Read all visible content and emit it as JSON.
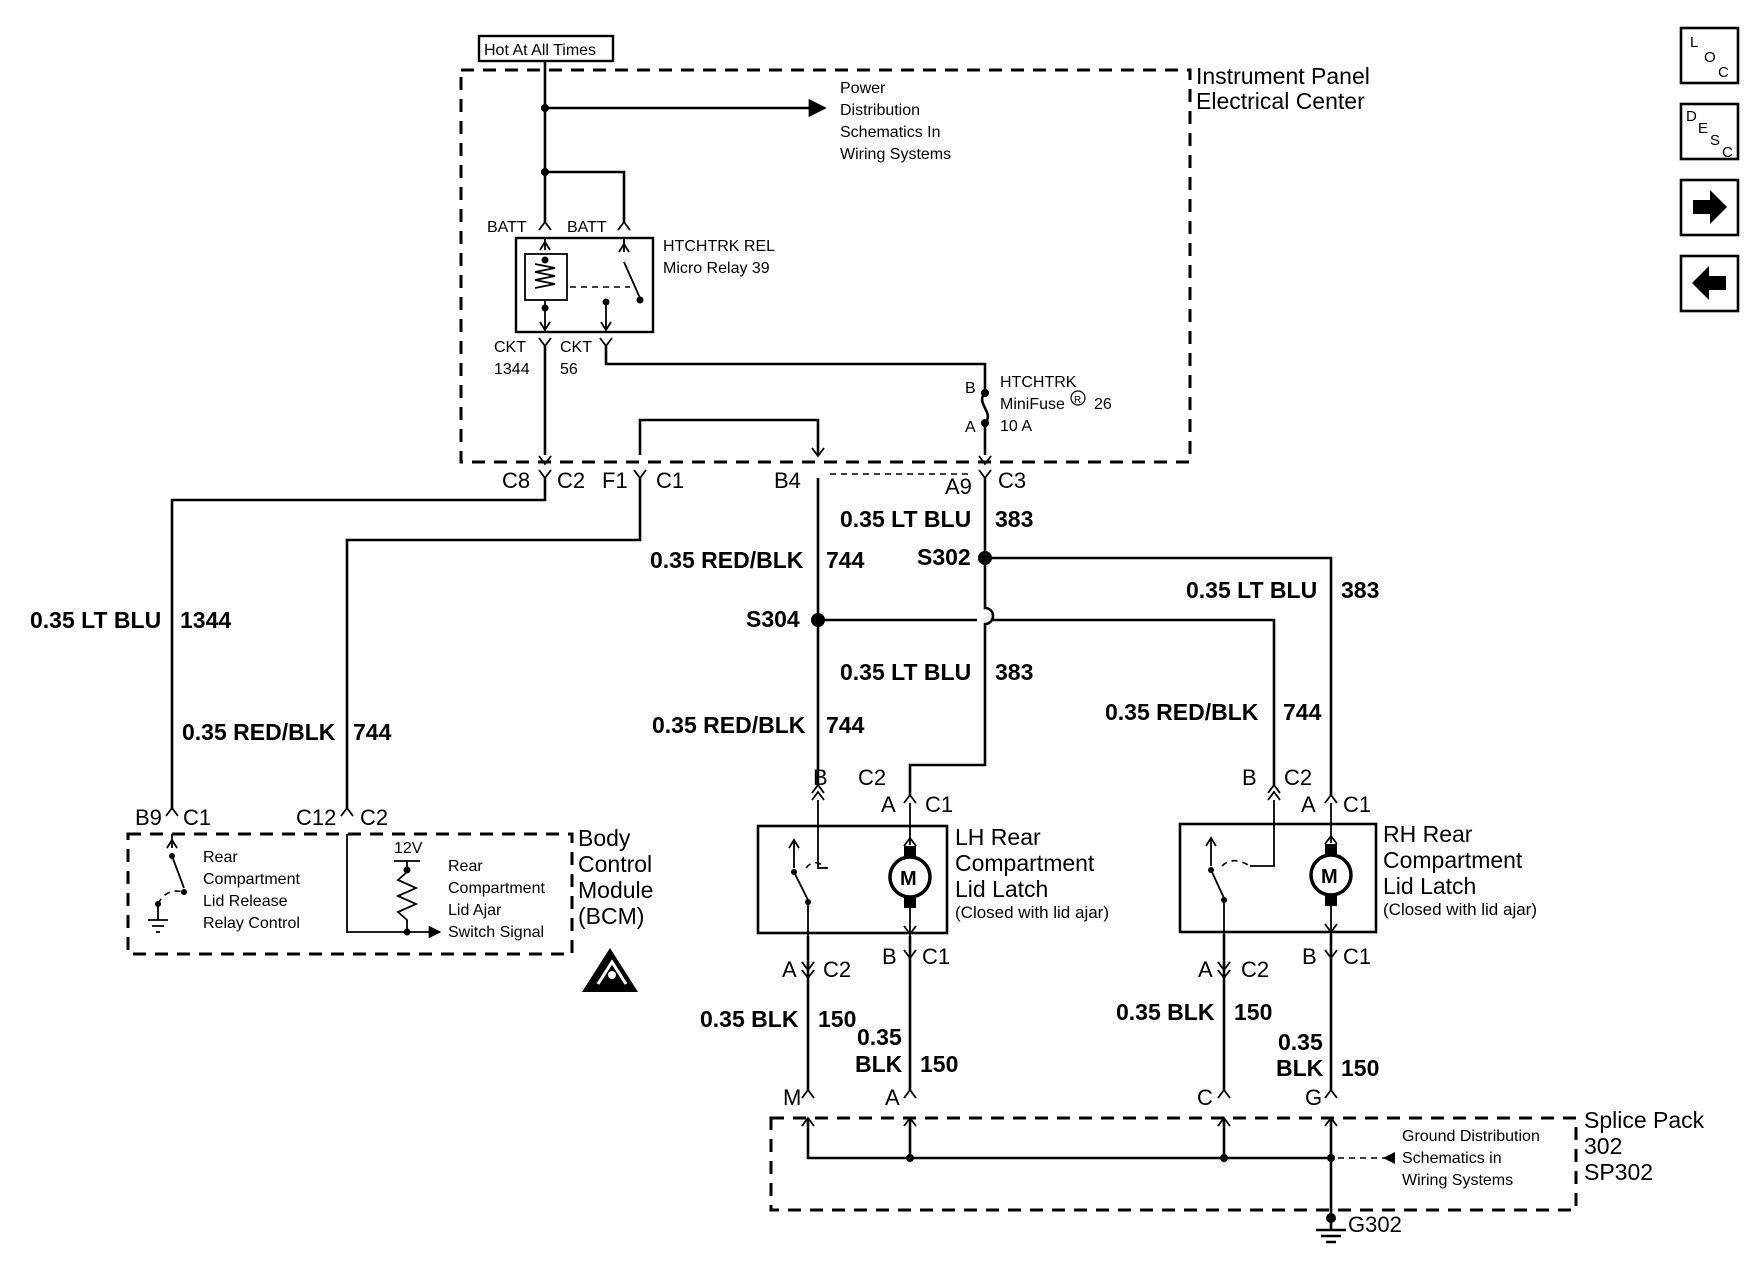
{
  "header": {
    "hot": "Hot At All Times"
  },
  "ipec": {
    "title1": "Instrument Panel",
    "title2": "Electrical Center",
    "power1": "Power",
    "power2": "Distribution",
    "power3": "Schematics In",
    "power4": "Wiring Systems",
    "batt1": "BATT",
    "batt2": "BATT",
    "relay1": "HTCHTRK REL",
    "relay2": "Micro Relay 39",
    "ckt1a": "CKT",
    "ckt1b": "1344",
    "ckt2a": "CKT",
    "ckt2b": "56",
    "fuse1": "HTCHTRK",
    "fuse2": "MiniFuse",
    "fuse2reg": "R",
    "fuse2num": "26",
    "fuse3": "10 A",
    "fuseB": "B",
    "fuseA": "A"
  },
  "connectors": {
    "c8": "C8",
    "c2": "C2",
    "f1": "F1",
    "c1": "C1",
    "b4": "B4",
    "a9": "A9",
    "c3": "C3"
  },
  "wires": {
    "w1": "0.35 LT BLU",
    "w1n": "383",
    "w2": "0.35 RED/BLK",
    "w2n": "744",
    "s302": "S302",
    "w3": "0.35 LT BLU",
    "w3n": "383",
    "s304": "S304",
    "w4": "0.35 LT BLU",
    "w4n": "1344",
    "w5": "0.35 LT BLU",
    "w5n": "383",
    "w6": "0.35 RED/BLK",
    "w6n": "744",
    "w7": "0.35 RED/BLK",
    "w7n": "744",
    "w8": "0.35 RED/BLK",
    "w8n": "744"
  },
  "bcm": {
    "b9": "B9",
    "c1": "C1",
    "c12": "C12",
    "c2": "C2",
    "sw1": "Rear",
    "sw2": "Compartment",
    "sw3": "Lid Release",
    "sw4": "Relay Control",
    "v": "12V",
    "aj1": "Rear",
    "aj2": "Compartment",
    "aj3": "Lid Ajar",
    "aj4": "Switch Signal",
    "t1": "Body",
    "t2": "Control",
    "t3": "Module",
    "t4": "(BCM)"
  },
  "lh": {
    "b": "B",
    "c2": "C2",
    "a": "A",
    "c1": "C1",
    "t1": "LH Rear",
    "t2": "Compartment",
    "t3": "Lid Latch",
    "t4": "(Closed with lid ajar)",
    "m": "M",
    "ba": "A",
    "bc2": "C2",
    "bb": "B",
    "bc1": "C1",
    "g1": "0.35 BLK",
    "g1n": "150",
    "g2a": "0.35",
    "g2b": "BLK",
    "g2n": "150",
    "pm": "M",
    "pa": "A"
  },
  "rh": {
    "b": "B",
    "c2": "C2",
    "a": "A",
    "c1": "C1",
    "t1": "RH Rear",
    "t2": "Compartment",
    "t3": "Lid Latch",
    "t4": "(Closed with lid ajar)",
    "m": "M",
    "ba": "A",
    "bc2": "C2",
    "bb": "B",
    "bc1": "C1",
    "g1": "0.35 BLK",
    "g1n": "150",
    "g2a": "0.35",
    "g2b": "BLK",
    "g2n": "150",
    "pc": "C",
    "pg": "G"
  },
  "splice": {
    "g1": "Ground Distribution",
    "g2": "Schematics in",
    "g3": "Wiring Systems",
    "t1": "Splice Pack",
    "t2": "302",
    "t3": "SP302",
    "ground": "G302"
  },
  "nav": {
    "loc_icon": "location-icon",
    "desc_icon": "description-icon",
    "next_icon": "arrow-right-icon",
    "prev_icon": "arrow-left-icon",
    "loc": [
      "L",
      "O",
      "C"
    ],
    "desc": [
      "D",
      "E",
      "S",
      "C"
    ]
  }
}
